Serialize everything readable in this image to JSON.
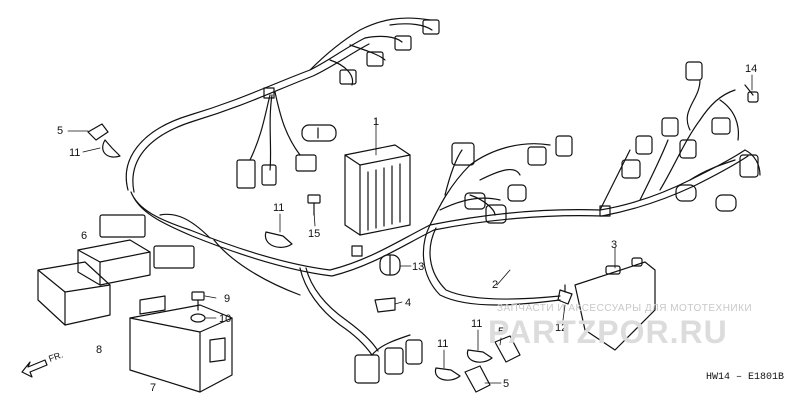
{
  "callouts": {
    "c1": "1",
    "c2": "2",
    "c3": "3",
    "c4": "4",
    "c5a": "5",
    "c5b": "5",
    "c5c": "5",
    "c6": "6",
    "c7": "7",
    "c8": "8",
    "c9": "9",
    "c10": "10",
    "c11a": "11",
    "c11b": "11",
    "c11c": "11",
    "c11d": "11",
    "c12": "12",
    "c13": "13",
    "c14": "14",
    "c15": "15"
  },
  "front_label": "FR.",
  "watermark": {
    "top": "ЗАПЧАСТИ И АКСЕССУАРЫ ДЛЯ МОТОТЕХНИКИ",
    "logo": "PARTZPOR.RU"
  },
  "diagram_code": "HW14 – E1801B",
  "colors": {
    "line": "#111111",
    "watermark": "#d0d0d0"
  }
}
